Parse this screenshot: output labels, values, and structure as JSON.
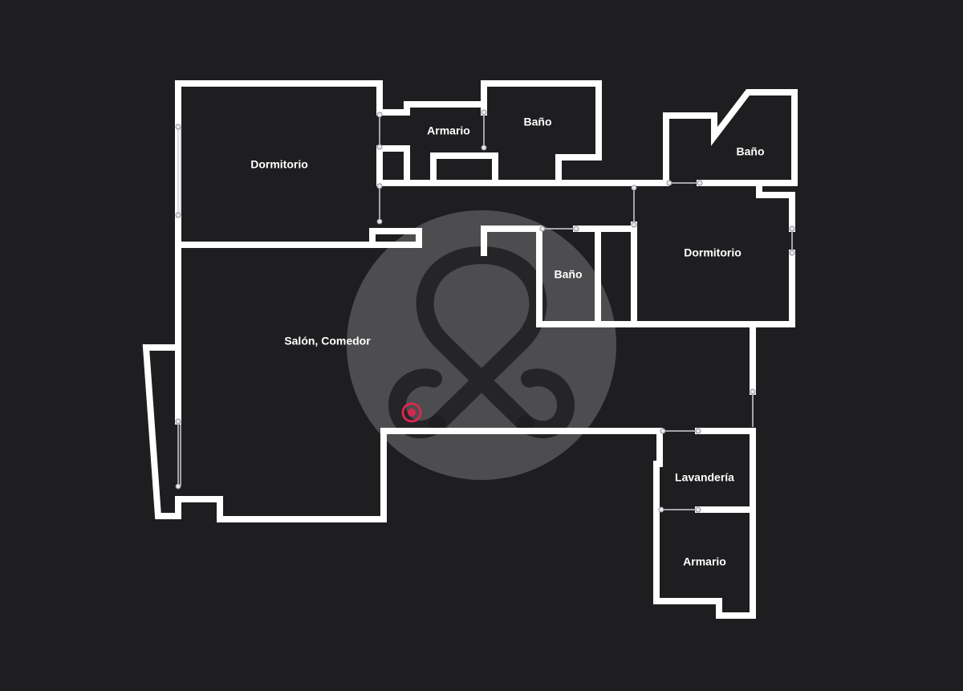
{
  "rooms": [
    {
      "id": "dormitorio-1",
      "label": "Dormitorio"
    },
    {
      "id": "armario-1",
      "label": "Armario"
    },
    {
      "id": "bano-1",
      "label": "Baño"
    },
    {
      "id": "bano-2",
      "label": "Baño"
    },
    {
      "id": "dormitorio-2",
      "label": "Dormitorio"
    },
    {
      "id": "bano-3",
      "label": "Baño"
    },
    {
      "id": "salon-comedor",
      "label": "Salón, Comedor"
    },
    {
      "id": "lavanderia",
      "label": "Lavandería"
    },
    {
      "id": "armario-2",
      "label": "Armario"
    }
  ],
  "colors": {
    "background": "#1e1e21",
    "walls": "#ffffff",
    "labels": "#ffffff",
    "marker": "#d7284f",
    "watermark": "#8e8e92"
  },
  "watermark": {
    "icon": "brand-logo-icon"
  },
  "marker": {
    "icon": "location-pin-icon"
  }
}
